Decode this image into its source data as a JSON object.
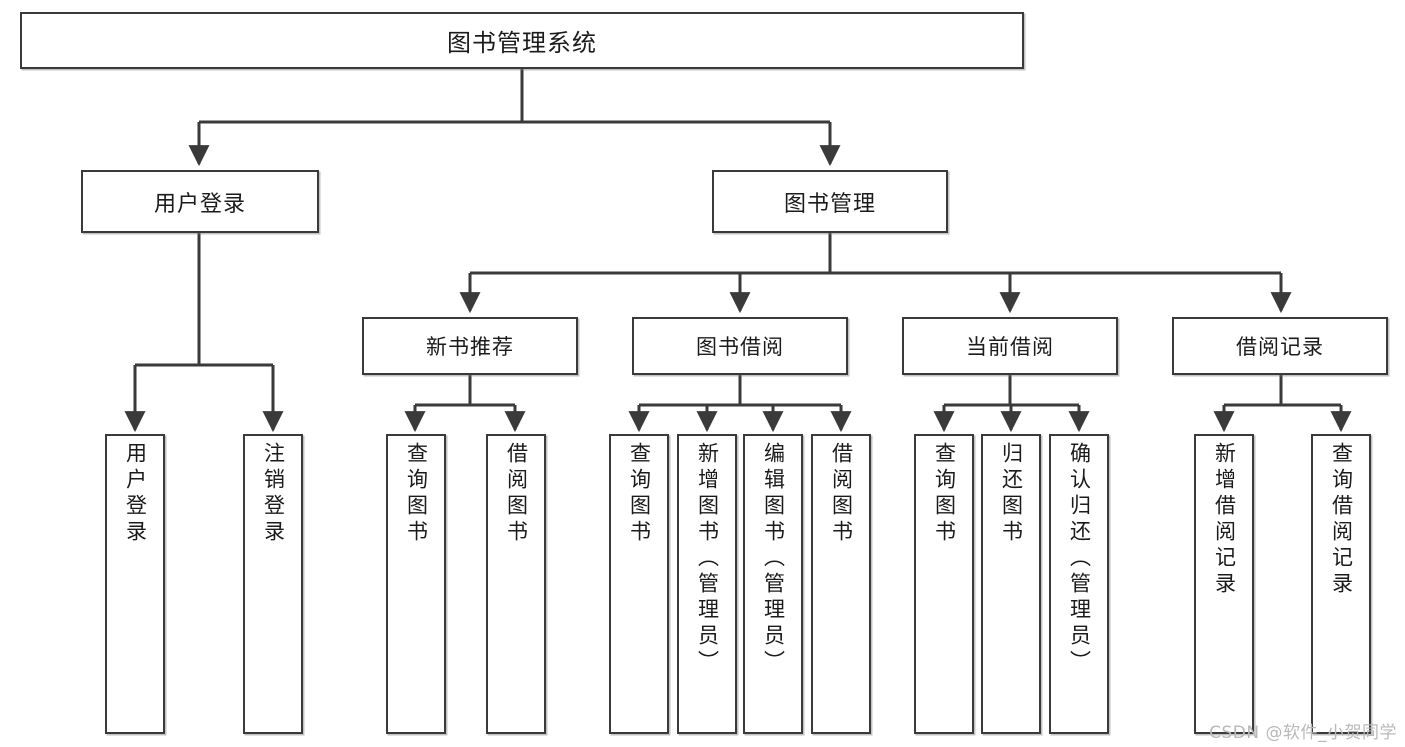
{
  "diagram": {
    "title": "图书管理系统",
    "type": "tree",
    "watermark": "CSDN @软件_小贺同学",
    "colors": {
      "stroke": "#3a3a3a",
      "fill": "#ffffff",
      "text": "#1b1b1b",
      "watermark": "#b9b9b9"
    },
    "root": {
      "id": "root",
      "label": "图书管理系统"
    },
    "level2": [
      {
        "id": "user-login",
        "label": "用户登录"
      },
      {
        "id": "book-manage",
        "label": "图书管理"
      }
    ],
    "level3": [
      {
        "id": "new-book-rec",
        "label": "新书推荐",
        "parent": "book-manage"
      },
      {
        "id": "book-borrow",
        "label": "图书借阅",
        "parent": "book-manage"
      },
      {
        "id": "current-borrow",
        "label": "当前借阅",
        "parent": "book-manage"
      },
      {
        "id": "borrow-record",
        "label": "借阅记录",
        "parent": "book-manage"
      }
    ],
    "leaves": [
      {
        "id": "leaf-user-login",
        "label": "用户登录",
        "parent": "user-login"
      },
      {
        "id": "leaf-logout",
        "label": "注销登录",
        "parent": "user-login"
      },
      {
        "id": "leaf-query-book-1",
        "label": "查询图书",
        "parent": "new-book-rec"
      },
      {
        "id": "leaf-borrow-book-1",
        "label": "借阅图书",
        "parent": "new-book-rec"
      },
      {
        "id": "leaf-query-book-2",
        "label": "查询图书",
        "parent": "book-borrow"
      },
      {
        "id": "leaf-add-book",
        "label": "新增图书（管理员）",
        "parent": "book-borrow"
      },
      {
        "id": "leaf-edit-book",
        "label": "编辑图书（管理员）",
        "parent": "book-borrow"
      },
      {
        "id": "leaf-borrow-book-2",
        "label": "借阅图书",
        "parent": "book-borrow"
      },
      {
        "id": "leaf-query-book-3",
        "label": "查询图书",
        "parent": "current-borrow"
      },
      {
        "id": "leaf-return-book",
        "label": "归还图书",
        "parent": "current-borrow"
      },
      {
        "id": "leaf-confirm-return",
        "label": "确认归还（管理员）",
        "parent": "current-borrow"
      },
      {
        "id": "leaf-add-record",
        "label": "新增借阅记录",
        "parent": "borrow-record"
      },
      {
        "id": "leaf-query-record",
        "label": "查询借阅记录",
        "parent": "borrow-record"
      }
    ]
  }
}
